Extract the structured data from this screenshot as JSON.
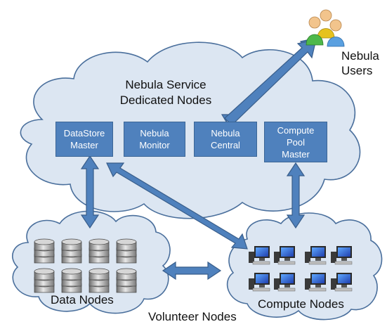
{
  "service_cloud": {
    "title_line1": "Nebula Service",
    "title_line2": "Dedicated Nodes"
  },
  "users": {
    "label_line1": "Nebula",
    "label_line2": "Users",
    "icon": "users-group-icon"
  },
  "components": [
    {
      "line1": "DataStore",
      "line2": "Master"
    },
    {
      "line1": "Nebula",
      "line2": "Monitor"
    },
    {
      "line1": "Nebula",
      "line2": "Central"
    },
    {
      "line1": "Compute",
      "line2": "Pool",
      "line3": "Master"
    }
  ],
  "data_nodes": {
    "label": "Data Nodes",
    "icon": "database-icon",
    "count": 8
  },
  "compute_nodes": {
    "label": "Compute Nodes",
    "icon": "computer-icon",
    "count": 8
  },
  "volunteer_label": "Volunteer Nodes",
  "colors": {
    "cloud_fill": "#dce6f2",
    "cloud_stroke": "#4a6f9c",
    "box_fill": "#4f81bd",
    "arrow_fill": "#4f81bd",
    "arrow_stroke": "#385d8a"
  }
}
